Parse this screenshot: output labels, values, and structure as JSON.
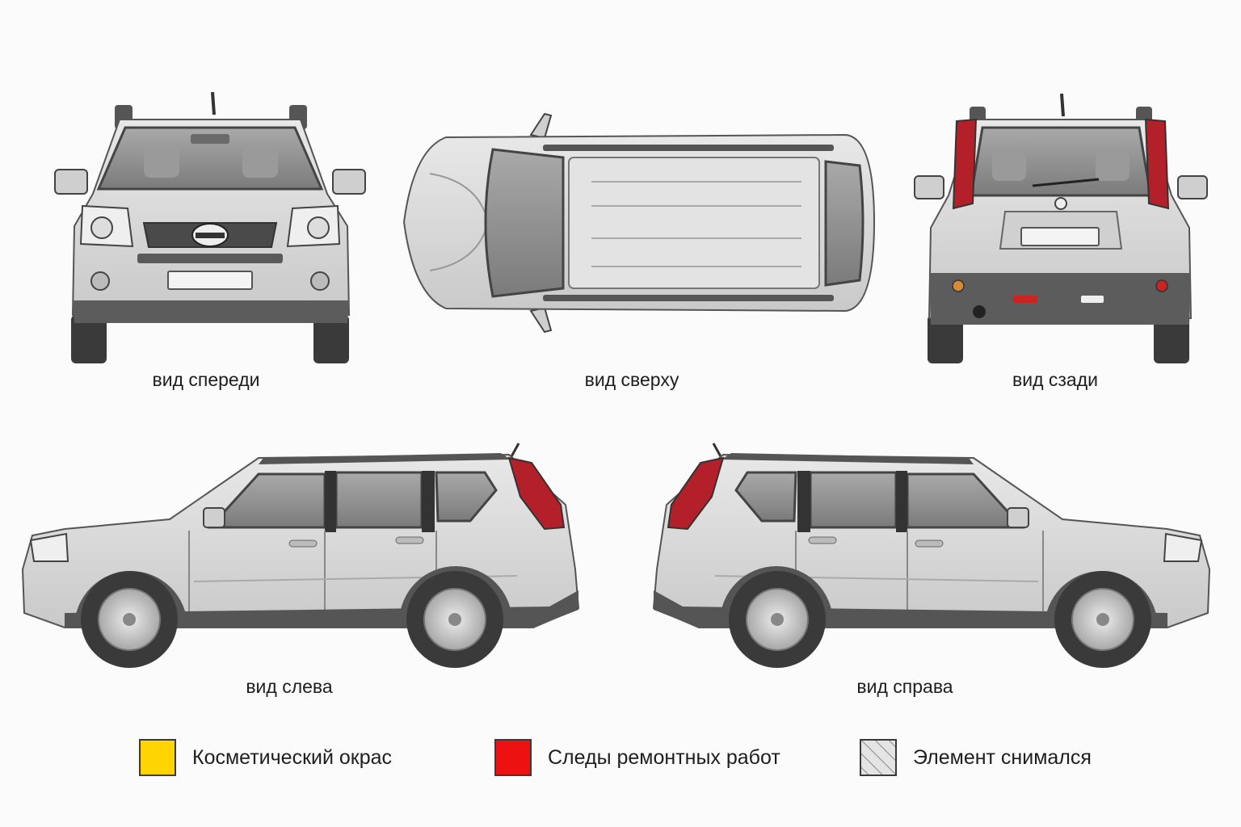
{
  "views": {
    "front": "вид спереди",
    "top": "вид сверху",
    "rear": "вид сзади",
    "left": "вид слева",
    "right": "вид справа"
  },
  "legend": {
    "items": [
      {
        "label": "Косметический окрас",
        "color": "#ffd400",
        "pattern": "solid"
      },
      {
        "label": "Следы ремонтных работ",
        "color": "#ee1111",
        "pattern": "solid"
      },
      {
        "label": "Элемент снимался",
        "color": "#dcdcdc",
        "pattern": "hatched"
      }
    ]
  },
  "colors": {
    "body": "#d9d9d9",
    "glass": "#8d8d8d",
    "trim": "#4a4a4a",
    "tire": "#3a3a3a",
    "taillight": "#b3202a"
  }
}
